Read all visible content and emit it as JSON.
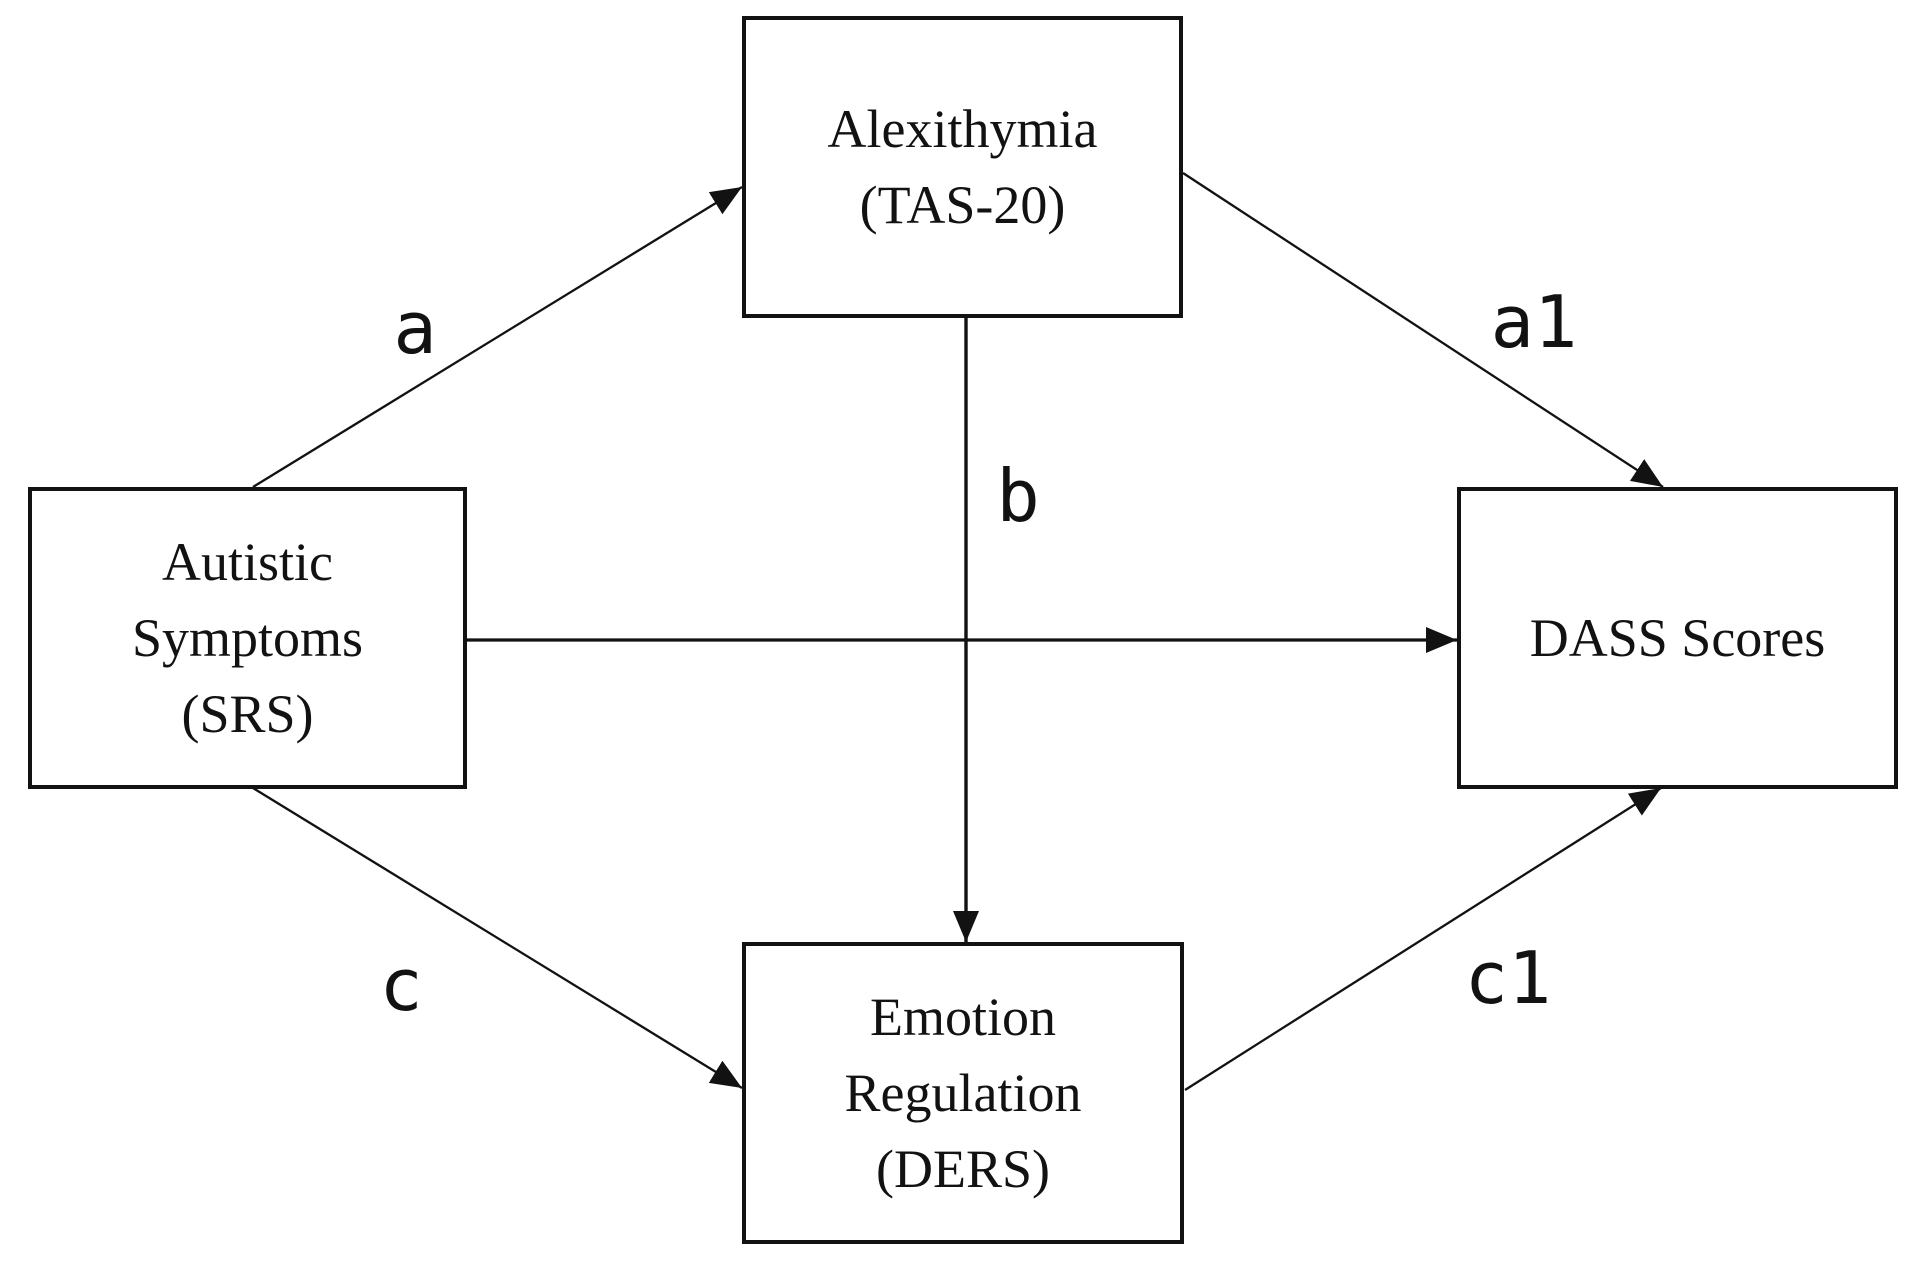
{
  "diagram": {
    "type": "mediation-model",
    "nodes": {
      "alexithymia": {
        "label": "Alexithymia\n(TAS-20)"
      },
      "autistic_symptoms": {
        "label": "Autistic\nSymptoms\n(SRS)"
      },
      "dass_scores": {
        "label": "DASS Scores"
      },
      "emotion_regulation": {
        "label": "Emotion\nRegulation\n(DERS)"
      }
    },
    "path_labels": {
      "a": "a",
      "b": "b",
      "c": "c",
      "a1": "a1",
      "c1": "c1"
    },
    "edges": [
      {
        "from": "autistic_symptoms",
        "to": "alexithymia",
        "label": "a"
      },
      {
        "from": "alexithymia",
        "to": "dass_scores",
        "label": "a1"
      },
      {
        "from": "alexithymia",
        "to": "emotion_regulation",
        "label": "b"
      },
      {
        "from": "autistic_symptoms",
        "to": "dass_scores",
        "label": ""
      },
      {
        "from": "autistic_symptoms",
        "to": "emotion_regulation",
        "label": "c"
      },
      {
        "from": "emotion_regulation",
        "to": "dass_scores",
        "label": "c1"
      }
    ],
    "colors": {
      "line": "#121212",
      "node_border": "#121212",
      "node_fill": "#ffffff",
      "text": "#121212",
      "background": "#ffffff"
    }
  }
}
